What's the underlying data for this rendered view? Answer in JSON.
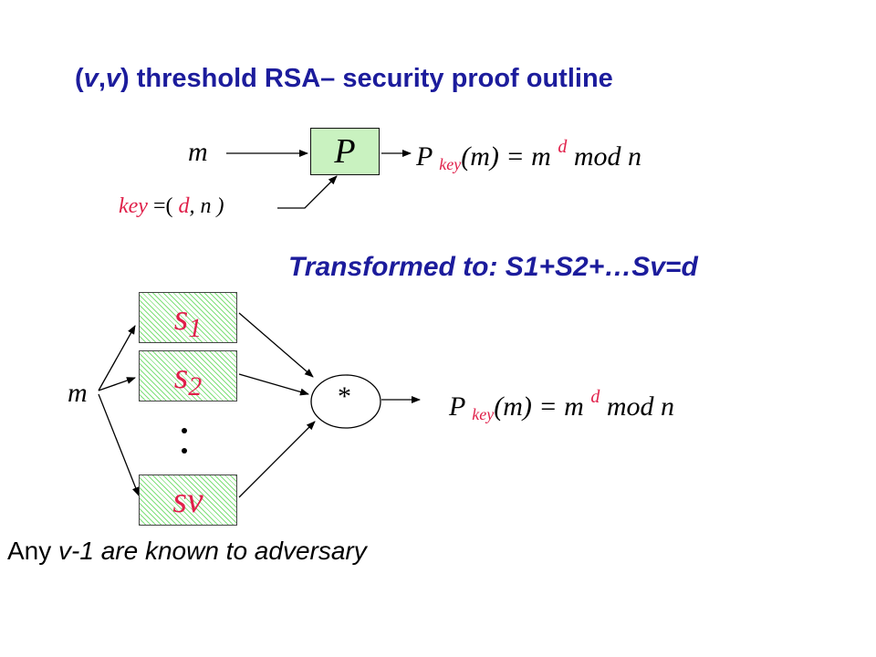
{
  "title": {
    "open_paren": "(",
    "v1": "v",
    "comma": ",",
    "v2": "v",
    "close_paren": ")",
    "rest": " threshold RSA– security proof outline"
  },
  "top_diagram": {
    "input": "m",
    "box_label": "P",
    "output_p": "P",
    "output_key": "key",
    "output_m": "(m) = m",
    "output_exp": "d",
    "output_mod": "mod n",
    "key_word": "key",
    "key_eq": " =( ",
    "key_d": "d",
    "key_n": ", n )"
  },
  "transformed": "Transformed to: S1+S2+…Sv=d",
  "bottom_diagram": {
    "input": "m",
    "shares": [
      {
        "base": "s",
        "sub": "1"
      },
      {
        "base": "s",
        "sub": "2"
      },
      {
        "base": "sv",
        "sub": ""
      }
    ],
    "combiner": "*",
    "output_p": "P",
    "output_key": "key",
    "output_m": "(m) = m",
    "output_exp": "d",
    "output_mod": "mod n"
  },
  "footer": {
    "prefix": "Any ",
    "italic": "v-1 are known to adversary"
  },
  "colors": {
    "title": "#1c1c9c",
    "accent": "#e0204a",
    "box_fill": "#c9f2c0",
    "hatch": "#7fe07a"
  }
}
